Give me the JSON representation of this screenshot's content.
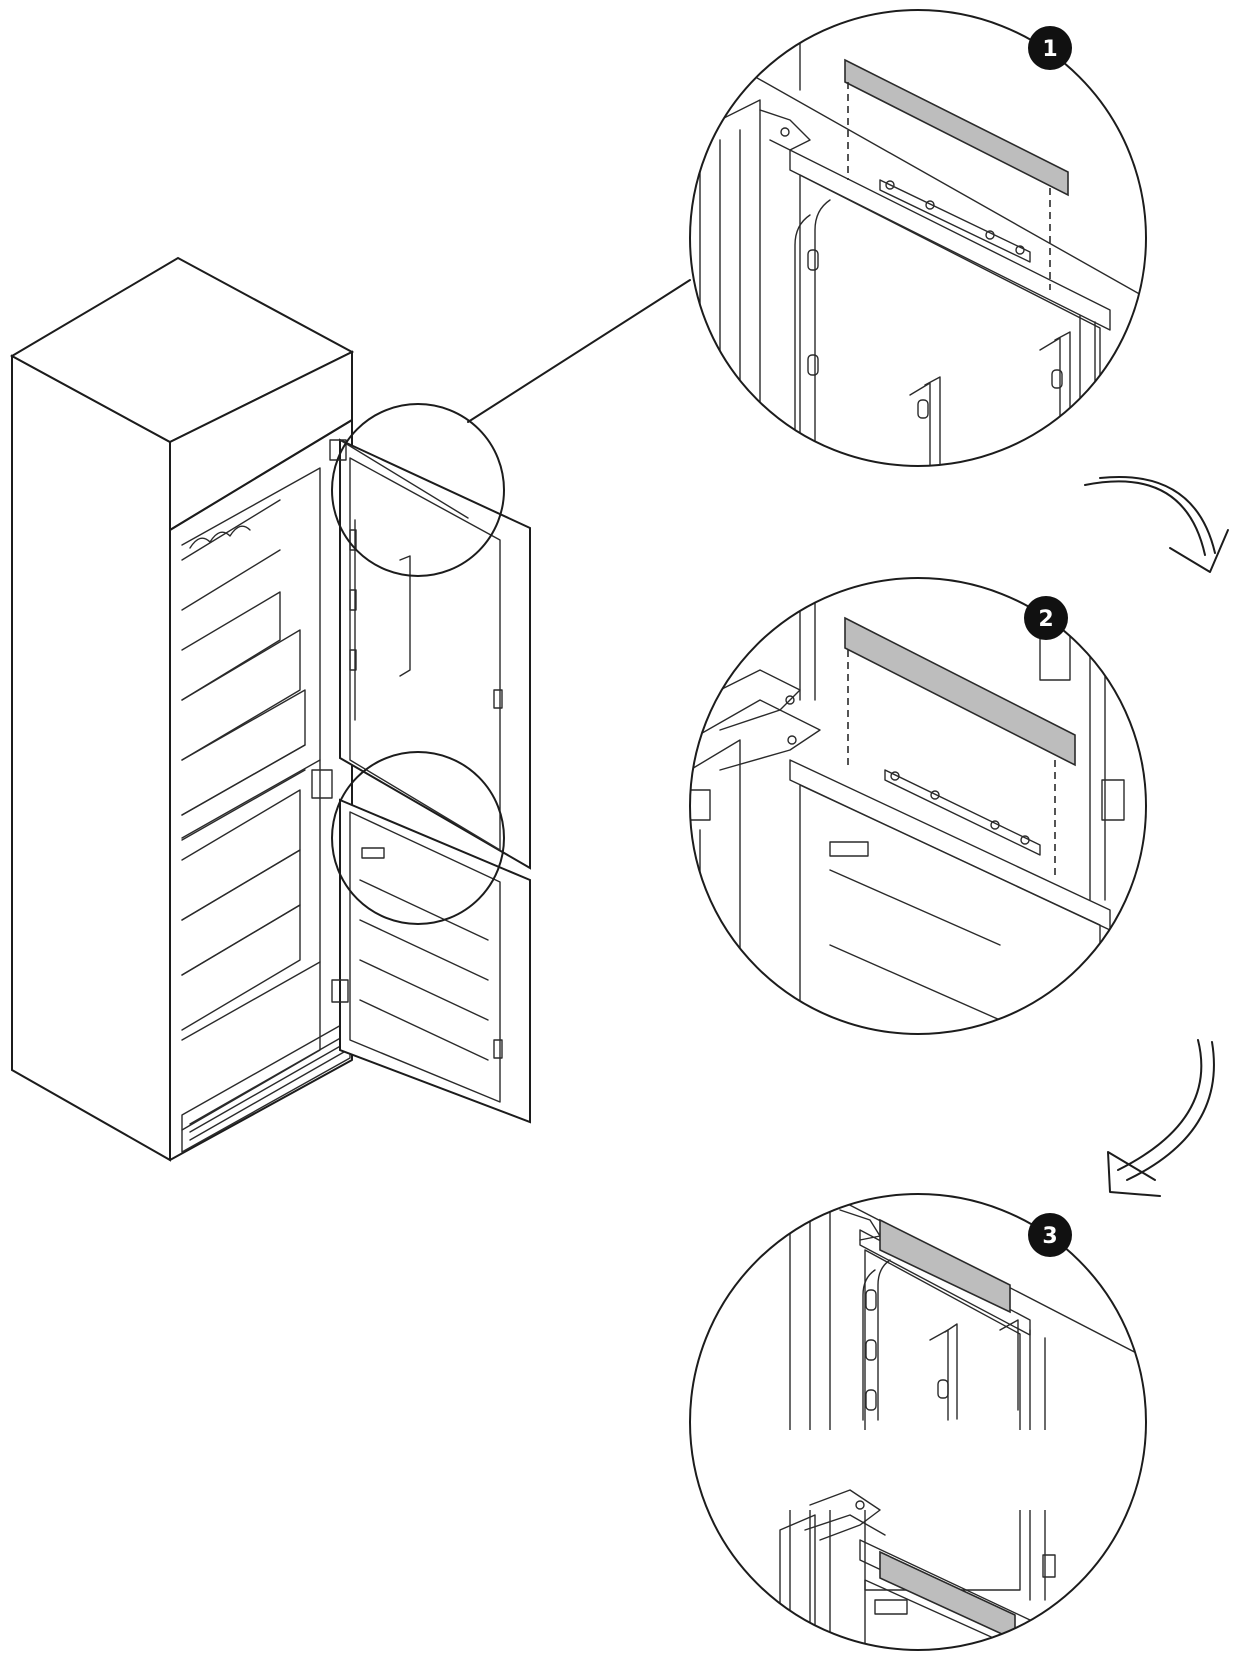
{
  "steps": [
    {
      "label": "1"
    },
    {
      "label": "2"
    },
    {
      "label": "3"
    }
  ],
  "colors": {
    "line": "#1c1c1c",
    "strip_fill": "#bdbdbd",
    "badge_fill": "#111111",
    "background": "#ffffff"
  },
  "icons": {
    "arrow": "curved-arrow-icon",
    "badge": "step-number-badge"
  }
}
